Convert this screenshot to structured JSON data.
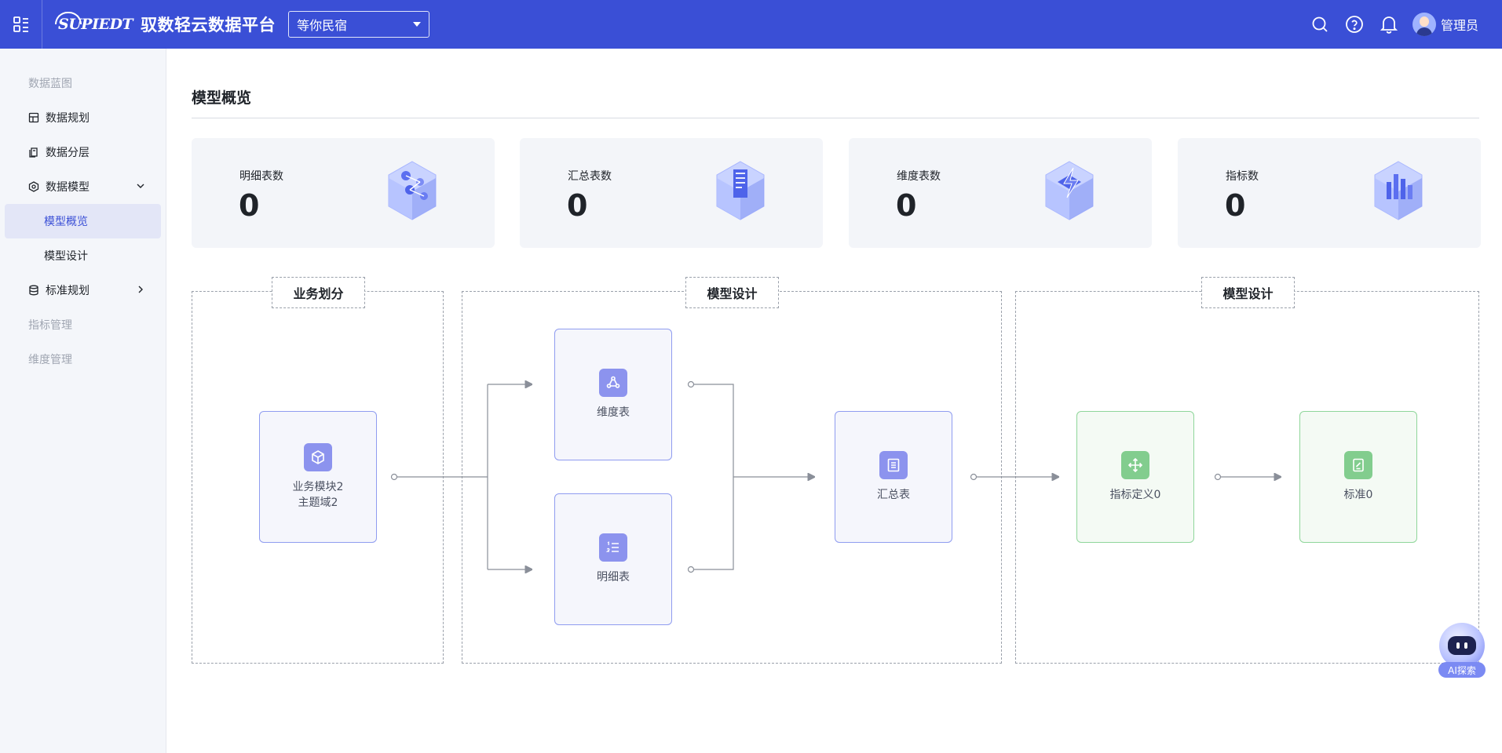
{
  "header": {
    "brand_mark": "SUPIEDT",
    "title": "驭数轻云数据平台",
    "tenant": "等你民宿",
    "user": "管理员",
    "icons": [
      "search-icon",
      "help-icon",
      "bell-icon"
    ]
  },
  "sidebar": {
    "items": [
      {
        "label": "数据蓝图",
        "kind": "group"
      },
      {
        "label": "数据规划",
        "icon": "layout-icon"
      },
      {
        "label": "数据分层",
        "icon": "layers-icon"
      },
      {
        "label": "数据模型",
        "icon": "model-icon",
        "expanded": true
      },
      {
        "label": "模型概览",
        "kind": "sub",
        "active": true
      },
      {
        "label": "模型设计",
        "kind": "sub"
      },
      {
        "label": "标准规划",
        "icon": "database-icon",
        "expandable": true
      },
      {
        "label": "指标管理",
        "kind": "group"
      },
      {
        "label": "维度管理",
        "kind": "group"
      }
    ]
  },
  "page": {
    "title": "模型概览"
  },
  "stats": [
    {
      "label": "明细表数",
      "value": "0",
      "icon": "detail-table-illustration"
    },
    {
      "label": "汇总表数",
      "value": "0",
      "icon": "summary-table-illustration"
    },
    {
      "label": "维度表数",
      "value": "0",
      "icon": "dimension-table-illustration"
    },
    {
      "label": "指标数",
      "value": "0",
      "icon": "metric-illustration"
    }
  ],
  "flow": {
    "sections": [
      "业务划分",
      "模型设计",
      "模型设计"
    ],
    "nodes": {
      "business_line1": "业务模块2",
      "business_line2": "主题域2",
      "dimension": "维度表",
      "detail": "明细表",
      "summary": "汇总表",
      "metric_def": "指标定义0",
      "standard": "标准0"
    }
  },
  "ai_assistant": {
    "label": "AI探索"
  },
  "colors": {
    "primary": "#3a4fd6",
    "node_blue": "#8c93ee",
    "node_green": "#82cd8e",
    "sidebar_bg": "#f4f6fa",
    "card_bg": "#f3f5f9"
  }
}
